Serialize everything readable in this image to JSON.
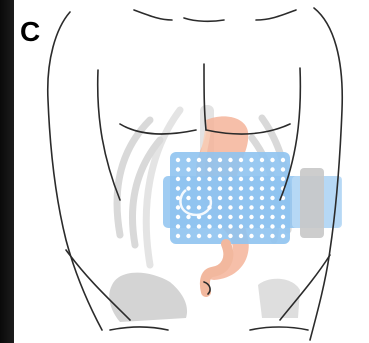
{
  "panel": {
    "label": "C"
  },
  "colors": {
    "outline": "#2b2b2b",
    "ribs": "#d9d9d9",
    "pelvis": "#cfcfcf",
    "stomach": "#f4b49a",
    "stomach_light": "#f8d0b8",
    "device_panel": "#8fc3f0",
    "device_panel_light": "#b8d9f5",
    "device_dot": "#ffffff",
    "device_module": "#c8c8c8",
    "background_strip": "#111111"
  },
  "icons": {
    "body": "torso-outline",
    "skeleton": "rib-cage",
    "organ": "stomach",
    "device": "electrode-patch"
  }
}
